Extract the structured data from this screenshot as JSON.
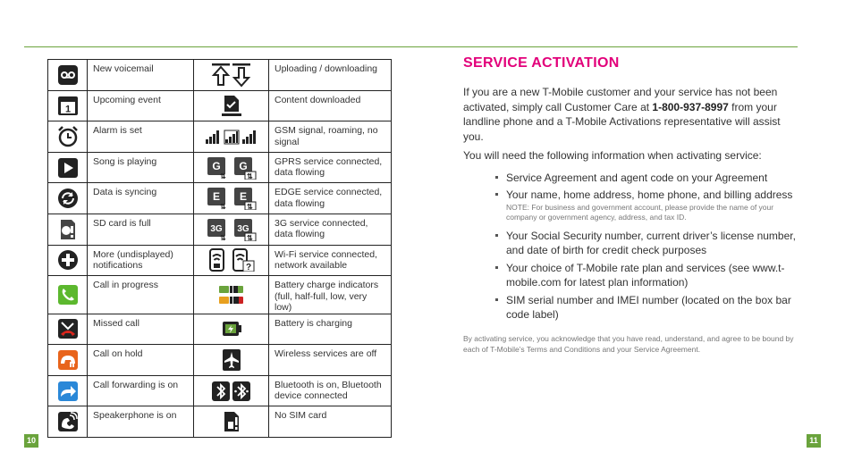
{
  "left_table": {
    "rows": [
      {
        "icon1": "voicemail-icon",
        "label1": "New voicemail",
        "icon2": "upload-download-icon",
        "label2": "Uploading / downloading"
      },
      {
        "icon1": "calendar-icon",
        "label1": "Upcoming event",
        "icon2": "content-downloaded-icon",
        "label2": "Content downloaded"
      },
      {
        "icon1": "alarm-clock-icon",
        "label1": "Alarm is set",
        "icon2": "signal-bars-icon",
        "label2": "GSM signal, roaming, no signal"
      },
      {
        "icon1": "play-icon",
        "label1": "Song is playing",
        "icon2": "gprs-icon",
        "label2": "GPRS service connected, data flowing"
      },
      {
        "icon1": "sync-icon",
        "label1": "Data is syncing",
        "icon2": "edge-icon",
        "label2": "EDGE service connected, data flowing"
      },
      {
        "icon1": "sd-card-full-icon",
        "label1": "SD card is full",
        "icon2": "3g-icon",
        "label2": "3G service connected, data flowing"
      },
      {
        "icon1": "plus-icon",
        "label1": "More (undisplayed) notifications",
        "icon2": "wifi-icon",
        "label2": "Wi-Fi service connected, network available"
      },
      {
        "icon1": "call-in-progress-icon",
        "label1": "Call in progress",
        "icon2": "battery-levels-icon",
        "label2": "Battery charge indicators (full, half-full, low, very low)"
      },
      {
        "icon1": "missed-call-icon",
        "label1": "Missed call",
        "icon2": "battery-charging-icon",
        "label2": "Battery is charging"
      },
      {
        "icon1": "call-on-hold-icon",
        "label1": "Call on hold",
        "icon2": "airplane-mode-icon",
        "label2": "Wireless services are off"
      },
      {
        "icon1": "call-forwarding-icon",
        "label1": "Call forwarding is on",
        "icon2": "bluetooth-icon",
        "label2": "Bluetooth is on, Bluetooth device connected"
      },
      {
        "icon1": "speakerphone-icon",
        "label1": "Speakerphone is on",
        "icon2": "no-sim-icon",
        "label2": "No SIM card"
      }
    ]
  },
  "pages": {
    "left": "10",
    "right": "11"
  },
  "colors": {
    "accent_green": "#6aa33c",
    "heading_magenta": "#e2007a"
  },
  "activation": {
    "heading": "SERVICE ACTIVATION",
    "intro_before": "If you are a new T-Mobile customer and your service has not been activated, simply call Customer Care at ",
    "phone": "1-800-937-8997",
    "intro_after": " from your landline phone and a T-Mobile Activations representative will assist you.",
    "need_info": "You will need the following information when activating service:",
    "items": [
      {
        "text": "Service Agreement and agent code on your Agreement",
        "note": ""
      },
      {
        "text": "Your name, home address, home phone, and billing address",
        "note": "NOTE: For business and government account, please provide the name of your company or government agency, address, and tax ID."
      },
      {
        "text": "Your Social Security number, current driver’s license number, and date of birth for credit check purposes",
        "note": ""
      },
      {
        "text": "Your choice of T-Mobile rate plan and services (see www.t-mobile.com for latest plan information)",
        "note": ""
      },
      {
        "text": "SIM serial number and IMEI number (located on the box bar code label)",
        "note": ""
      }
    ],
    "disclaimer": "By activating service, you acknowledge that you have read, understand, and agree to be bound by each of T-Mobile’s Terms and Conditions and your Service Agreement."
  }
}
